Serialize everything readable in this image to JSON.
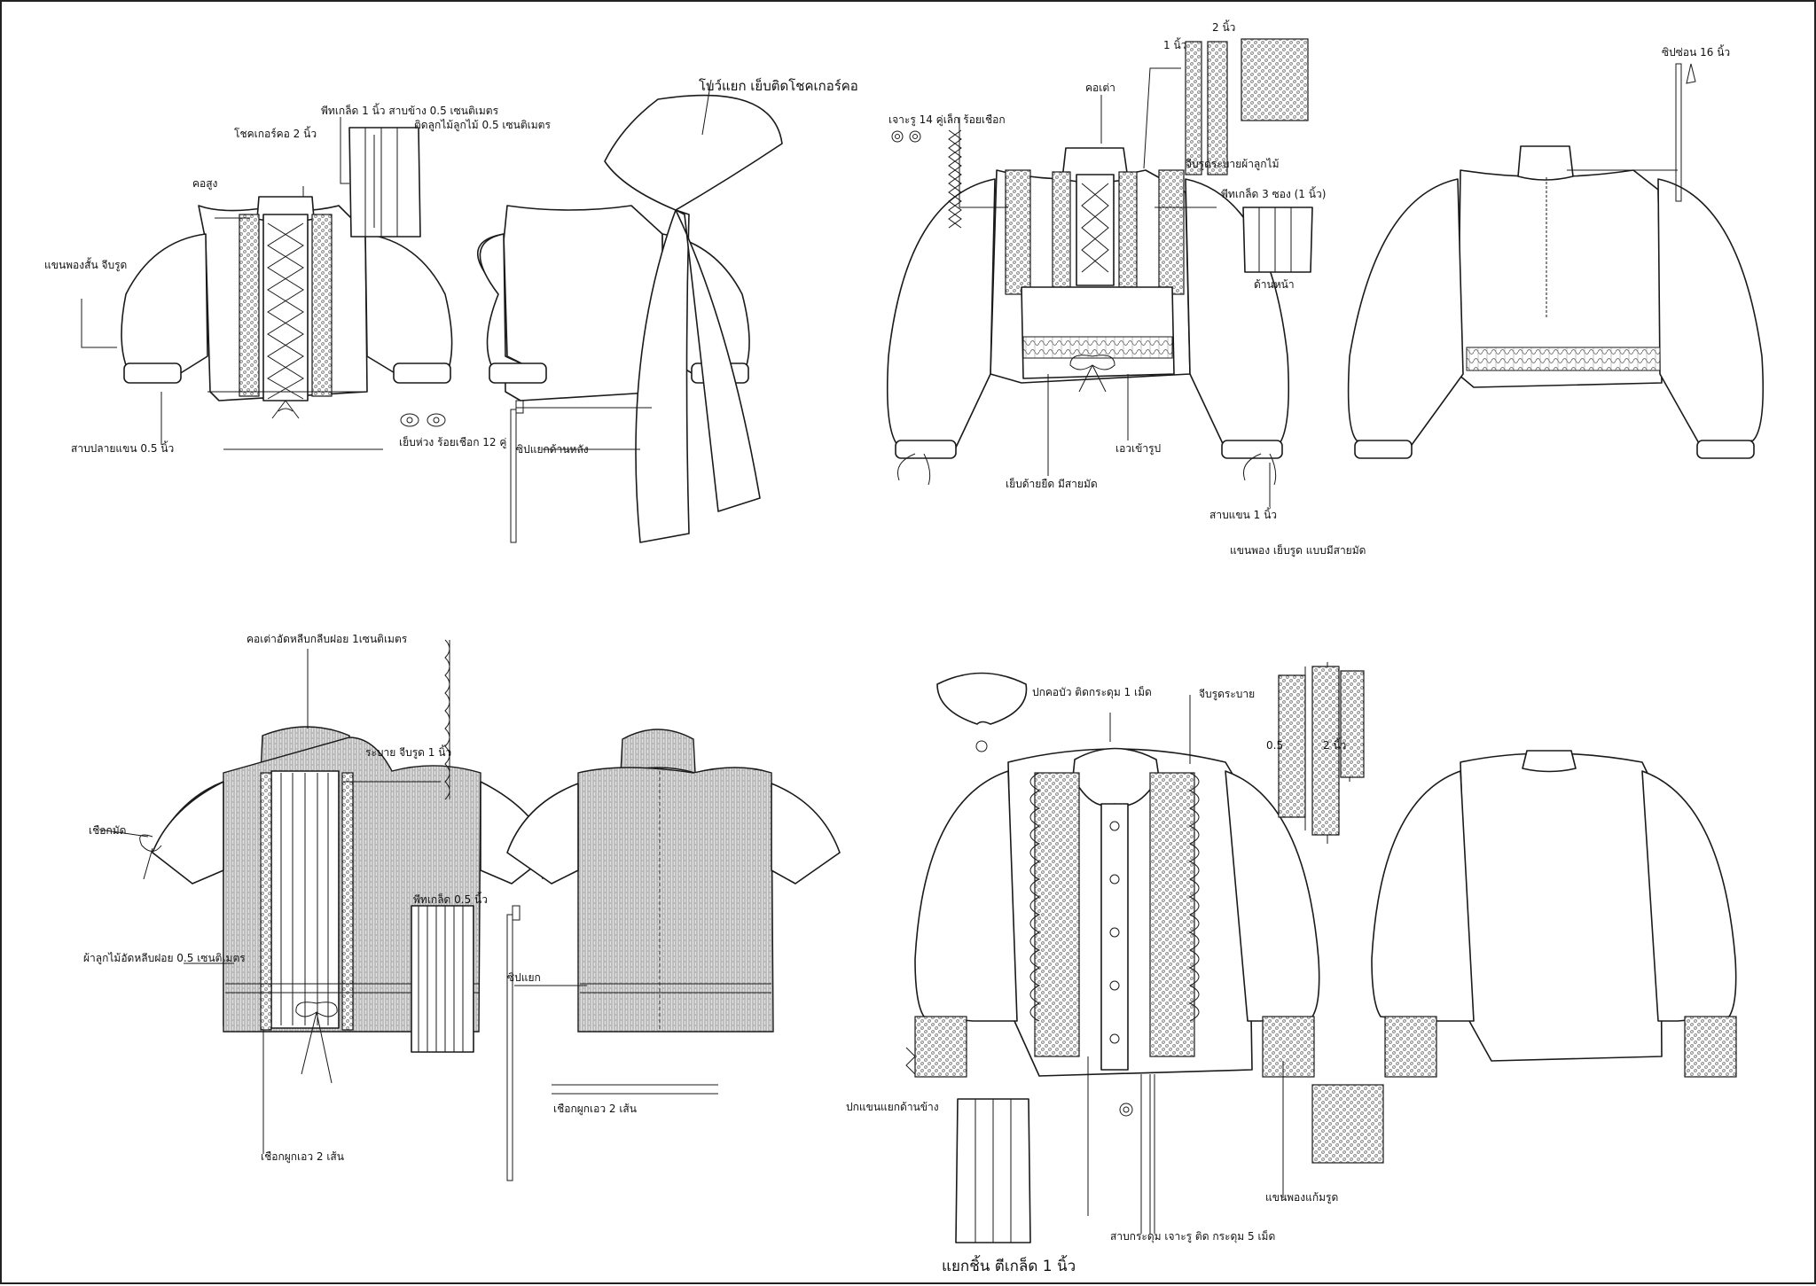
{
  "labels": {
    "d1_collar_tie": "โชคเกอร์คอ 2 นิ้ว",
    "d1_pleat": "พีทเกล็ด 1 นิ้ว สาบข้าง 0.5 เซนติเมตร",
    "d1_lace_strip": "ติดลูกไม้ลูกไม้ 0.5 เซนติเมตร",
    "d1_high_neck": "คอสูง",
    "d1_sleeve": "แขนพองสั้น จีบรูด",
    "d1_cuff": "สาบปลายแขน 0.5 นิ้ว",
    "d1_eyelets": "เย็บห่วง ร้อยเชือก 12 คู่",
    "d1_bow": "โบว์แยก เย็บติดโชคเกอร์คอ",
    "d1_back_zip": "ซิปแยกด้านหลัง",
    "d2_eyelet_holes": "เจาะรู 14 คู่เล็ก ร้อยเชือก",
    "d2_collar": "คอเต่า",
    "d2_one_inch": "1 นิ้ว",
    "d2_two_inch": "2 นิ้ว",
    "d2_ruffle": "จีบรูดระบายผ้าลูกไม้",
    "d2_pleats": "พีทเกล็ด 3 ซอง (1 นิ้ว)",
    "d2_elastic": "เย็บด้ายยืด มีสายมัด",
    "d2_waist": "เอวเข้ารูป",
    "d2_cuff": "สาบแขน 1 นิ้ว",
    "d2_sleeve": "แขนพอง เย็บรูด แบบมีสายมัด",
    "d2_zip": "ซิปซ่อน 16 นิ้ว",
    "d3_collar": "คอเต่าอัดหลีบกลีบฝอย 1เซนติเมตร",
    "d3_ruffle": "ระบาย จีบรูด 1 นิ้ว",
    "d3_tie": "เชือกมัด",
    "d3_pleat": "พีทเกล็ด 0.5 นิ้ว",
    "d3_lace": "ผ้าลูกไม้อัดหลีบฝอย 0.5 เซนติเมตร",
    "d3_zip": "ซิปแยก",
    "d3_waist_tie": "เชือกผูกเอว 2 เส้น",
    "d3_waist_tie2": "เชือกผูกเอว 2 เส้น",
    "d4_collar": "ปกคอบัว ติดกระดุม 1 เม็ด",
    "d4_ruffle": "จีบรูดระบาย",
    "d4_half_inch": "0.5",
    "d4_two_inch": "2 นิ้ว",
    "d4_side_slit": "ปกแขนแยกด้านข้าง",
    "d4_placket": "สาบกระดุม เจาะรู ติด กระดุม 5 เม็ด",
    "d4_sleeve": "แขนพองแก้มรูด",
    "d4_pleat_detail": "แยกชิ้น ตีเกล็ด 1 นิ้ว",
    "front_view": "ด้านหน้า"
  }
}
